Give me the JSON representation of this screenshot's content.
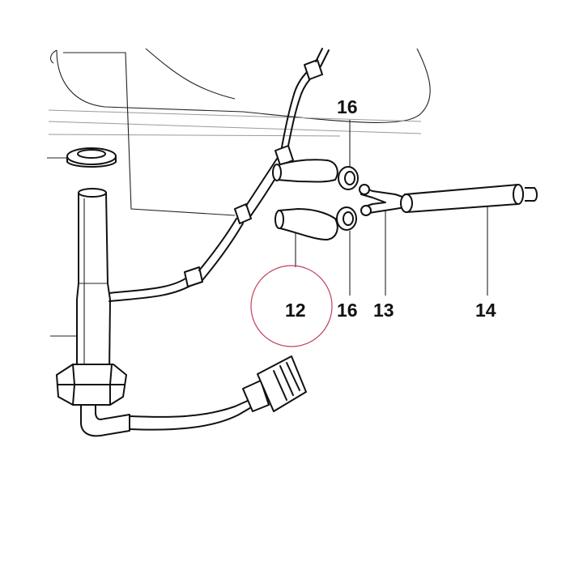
{
  "diagram": {
    "callouts": [
      {
        "id": "16a",
        "label": "16"
      },
      {
        "id": "12",
        "label": "12"
      },
      {
        "id": "16b",
        "label": "16"
      },
      {
        "id": "13",
        "label": "13"
      },
      {
        "id": "14",
        "label": "14"
      }
    ],
    "highlight_color": "#c0405a",
    "line_color": "#111111"
  }
}
